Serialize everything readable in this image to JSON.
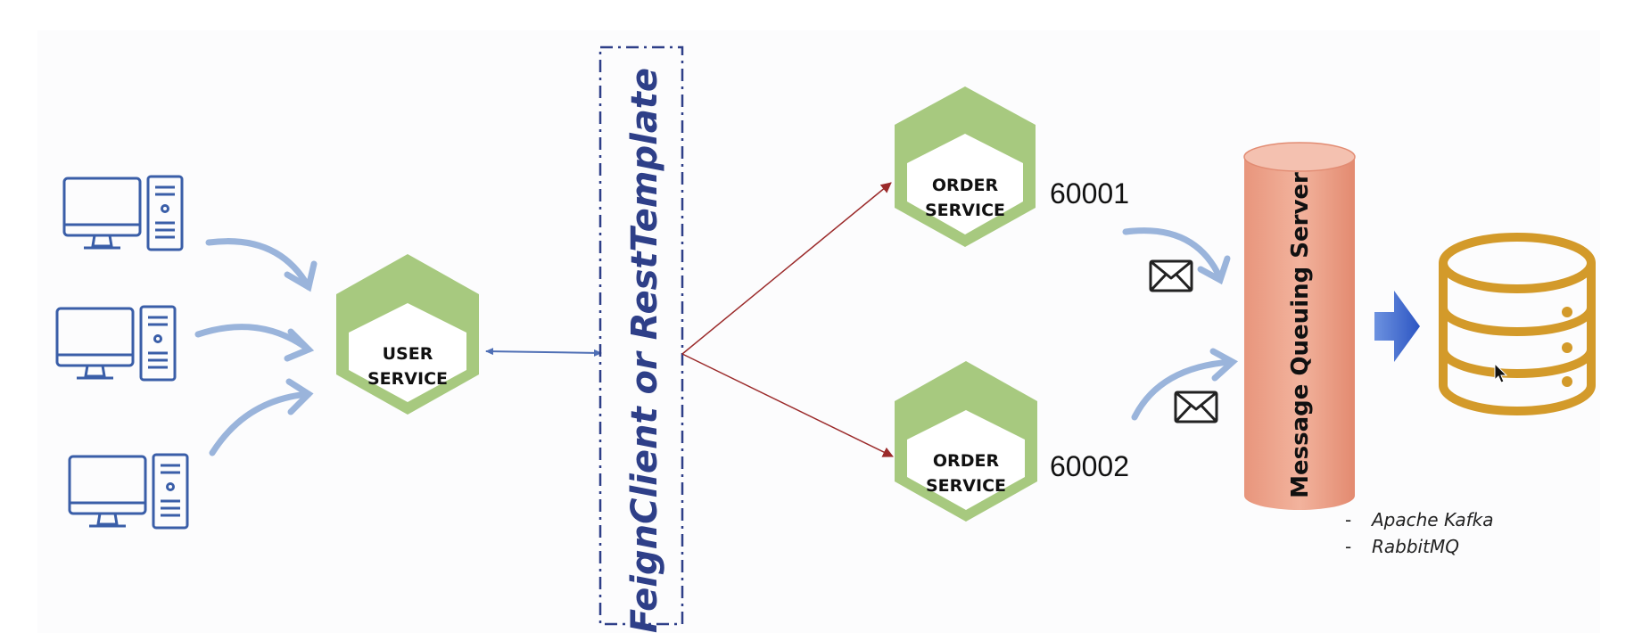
{
  "user_service": {
    "line1": "USER",
    "line2": "SERVICE"
  },
  "gateway": {
    "label": "FeignClient or RestTemplate"
  },
  "order_services": [
    {
      "line1": "ORDER",
      "line2": "SERVICE",
      "port": "60001"
    },
    {
      "line1": "ORDER",
      "line2": "SERVICE",
      "port": "60002"
    }
  ],
  "message_queue": {
    "label": "Message Queuing Server",
    "brokers": [
      {
        "dash": "-",
        "name": "Apache Kafka"
      },
      {
        "dash": "-",
        "name": "RabbitMQ"
      }
    ]
  },
  "icons": {
    "clients": [
      "desktop-computer-icon",
      "desktop-computer-icon",
      "desktop-computer-icon"
    ],
    "messages": [
      "envelope-icon",
      "envelope-icon"
    ],
    "storage": "database-icon",
    "flow": "blue-arrow-icon",
    "pointer": "mouse-pointer-icon"
  },
  "colors": {
    "hexagon": "#a7c97f",
    "client_icon": "#3a5ea8",
    "curve_arrow": "#8aa8d6",
    "gateway_text": "#2e3f88",
    "route_line": "#9b2a2a",
    "queue_fill": "#eda58f",
    "database": "#d39a2a",
    "flow_arrow": "#3f67c9"
  }
}
